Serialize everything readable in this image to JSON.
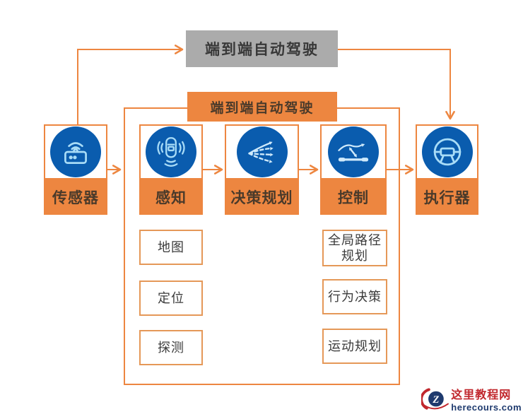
{
  "title_boxes": {
    "top_gray_label": "端到端自动驾驶",
    "inner_orange_label": "端到端自动驾驶"
  },
  "blocks": [
    {
      "label": "传感器",
      "icon": "sensor-icon"
    },
    {
      "label": "感知",
      "icon": "perception-car-icon"
    },
    {
      "label": "决策规划",
      "icon": "branching-paths-icon"
    },
    {
      "label": "控制",
      "icon": "trajectory-control-icon"
    },
    {
      "label": "执行器",
      "icon": "steering-wheel-icon"
    }
  ],
  "perception_subitems": [
    "地图",
    "定位",
    "探测"
  ],
  "control_subitems": [
    "全局路径规划",
    "行为决策",
    "运动规划"
  ],
  "watermark": {
    "logo_letter": "Z",
    "site_name": "这里教程网",
    "site_url": "herecours.com"
  },
  "colors": {
    "orange": "#ED8640",
    "sub_box_border": "#E59858",
    "blue_circle": "#0A5CAE",
    "icon_stroke": "#A8DCF7",
    "gray_box": "#ABABAB",
    "dark_text": "#3B3B3B",
    "logo_red": "#C1272D",
    "logo_navy": "#1E3A6E",
    "background": "#FFFFFF"
  }
}
